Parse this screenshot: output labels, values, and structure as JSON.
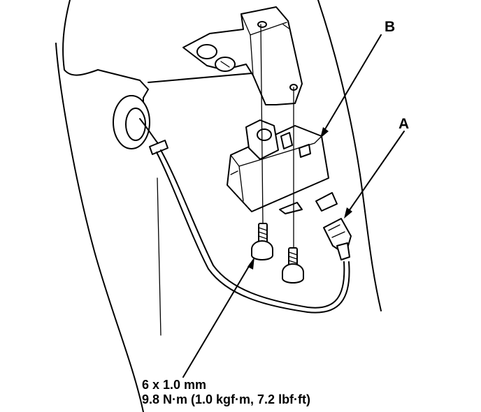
{
  "callouts": {
    "a": "A",
    "b": "B"
  },
  "spec": {
    "bolt_size": "6 x 1.0 mm",
    "torque": "9.8 N·m (1.0 kgf·m, 7.2 lbf·ft)"
  },
  "colors": {
    "line": "#000000",
    "background": "#ffffff"
  }
}
